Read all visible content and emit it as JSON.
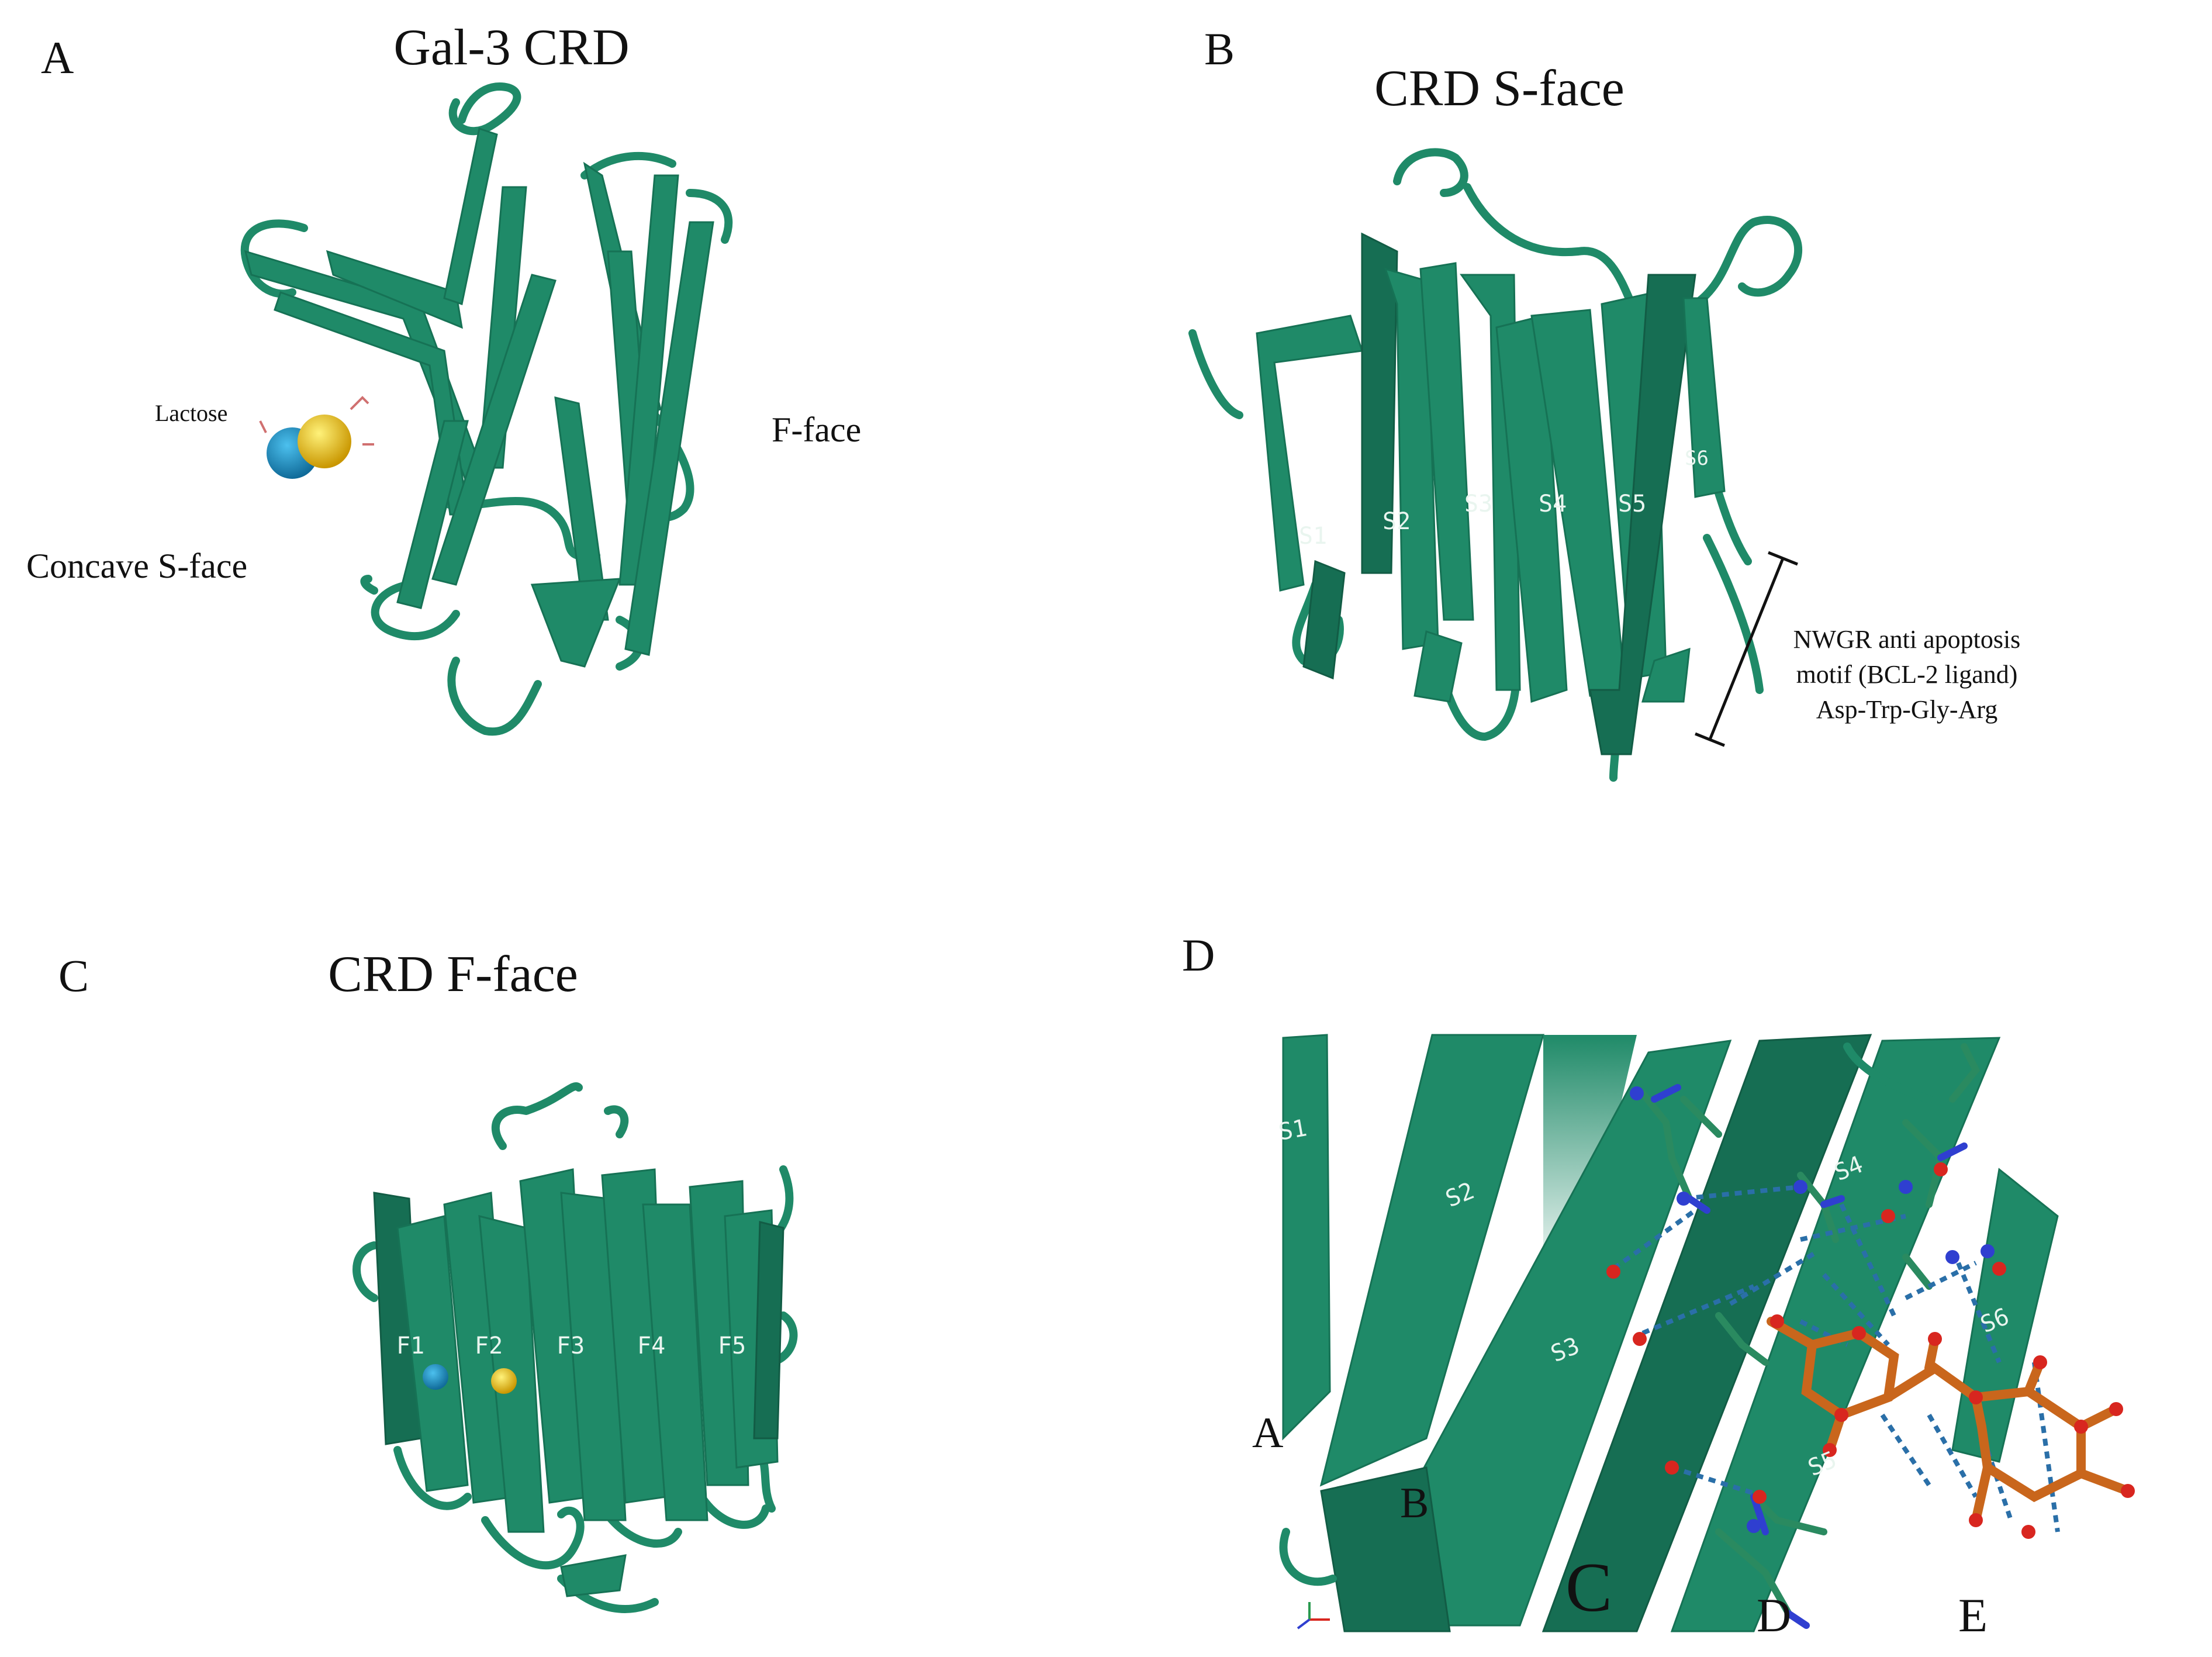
{
  "panels": {
    "A": {
      "letter": "A",
      "title": "Gal-3 CRD",
      "labels": {
        "lactose": "Lactose",
        "f_face": "F-face",
        "s_face": "Concave S-face"
      }
    },
    "B": {
      "letter": "B",
      "title": "CRD S-face",
      "strands": [
        "S1",
        "S2",
        "S3",
        "S4",
        "S5",
        "S6"
      ],
      "motif": [
        "NWGR anti apoptosis",
        "motif (BCL-2 ligand)",
        "Asp-Trp-Gly-Arg"
      ]
    },
    "C": {
      "letter": "C",
      "title": "CRD F-face",
      "strands": [
        "F1",
        "F2",
        "F3",
        "F4",
        "F5"
      ]
    },
    "D": {
      "letter": "D",
      "strands": [
        "S1",
        "S2",
        "S3",
        "S4",
        "S5",
        "S6"
      ],
      "residues": [
        "A",
        "B",
        "C",
        "D",
        "E"
      ]
    }
  },
  "colors": {
    "protein": "#1f8a68",
    "protein_dark": "#166e53",
    "ligand": "#c9661c",
    "oxygen": "#d8261f",
    "nitrogen": "#2f3fd0",
    "hbond": "#2a6fa8",
    "lactose_glc": "#1e8fc4",
    "lactose_gal": "#f2c20f"
  }
}
